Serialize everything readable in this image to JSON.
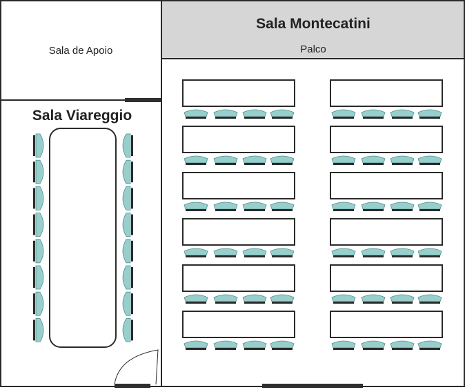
{
  "rooms": {
    "apoio": {
      "label": "Sala de Apoio"
    },
    "viareggio": {
      "title": "Sala Viareggio"
    },
    "montecatini": {
      "title": "Sala Montecatini",
      "stage_label": "Palco"
    }
  },
  "colors": {
    "chair_fill": "#98cfcc",
    "chair_stroke": "#4f8f8c",
    "chair_back": "#2a2a2a",
    "wall": "#2a2a2a",
    "stage_fill": "#d6d6d7",
    "door_dark": "#2f2f2f"
  },
  "montecatini_layout": {
    "columns": 2,
    "rows": 6,
    "chairs_per_table": 4
  },
  "viareggio_layout": {
    "chairs_per_side": 8
  }
}
